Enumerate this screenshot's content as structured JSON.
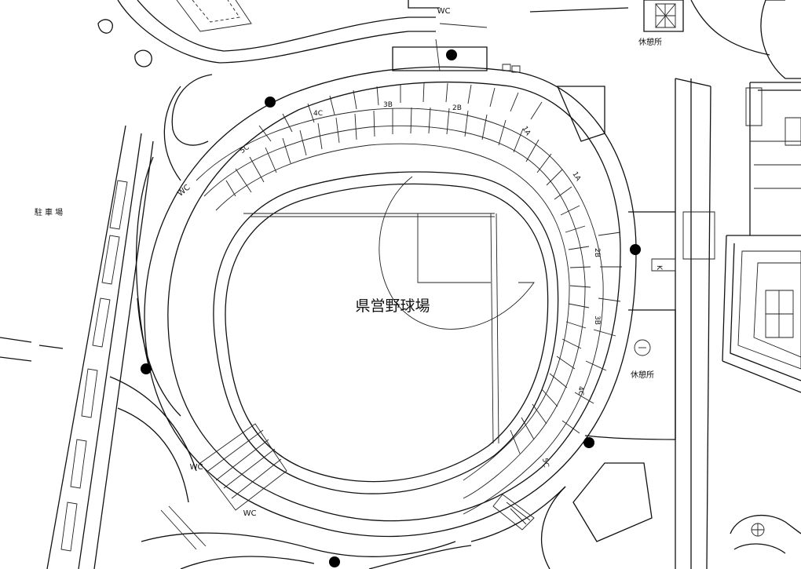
{
  "map": {
    "stadium_name": "県営野球場",
    "parking_label": "駐 車 場",
    "rest_area_label": "休憩所",
    "restroom_label": "WC",
    "section_labels": [
      "1A",
      "1A",
      "2B",
      "3B",
      "4C",
      "5C",
      "5C",
      "4C",
      "3B",
      "2B"
    ],
    "gate_marker": "K",
    "colors": {
      "lines": "#111111",
      "background": "#ffffff",
      "markers": "#000000"
    }
  }
}
